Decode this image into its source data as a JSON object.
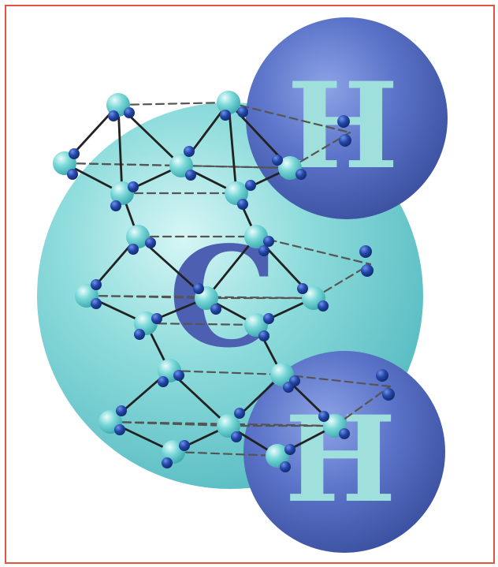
{
  "letters": {
    "top_sphere": "H",
    "center_sphere": "C",
    "bottom_sphere": "H"
  },
  "colors": {
    "frame_border": "#e0553f",
    "big_cyan_sphere": "#7fd6d6",
    "blue_sphere": "#5a6fc4",
    "letter_on_blue": "#9fe0dc",
    "letter_on_cyan": "#4d5fb0",
    "atom_cyan": "#6fd3d3",
    "atom_blue": "#1d3f9c",
    "bond_solid": "#222222",
    "bond_dashed": "#555555"
  }
}
